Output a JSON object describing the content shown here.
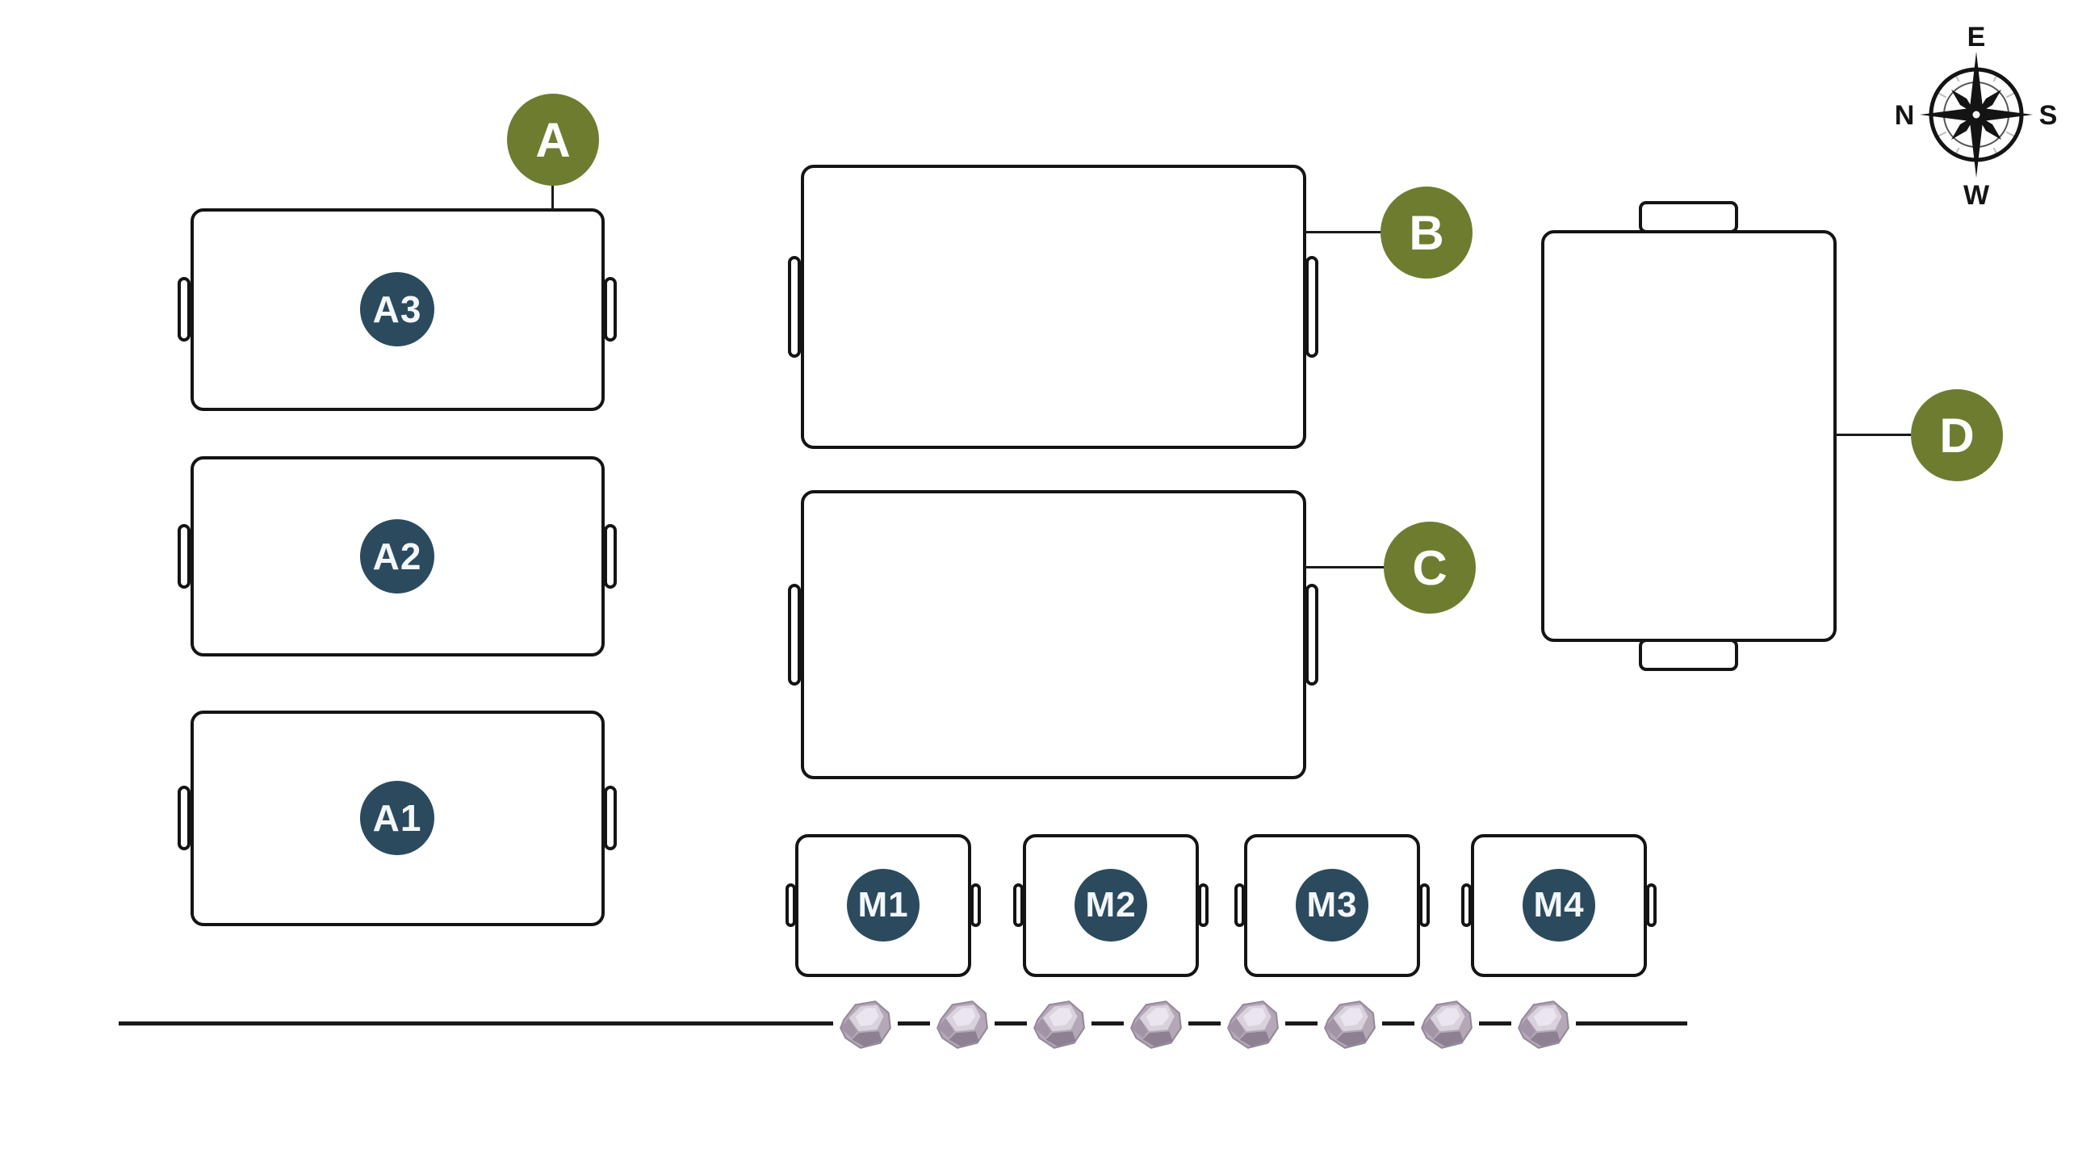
{
  "beds": {
    "a3": "A3",
    "a2": "A2",
    "a1": "A1",
    "m1": "M1",
    "m2": "M2",
    "m3": "M3",
    "m4": "M4"
  },
  "callouts": {
    "a": "A",
    "b": "B",
    "c": "C",
    "d": "D"
  },
  "compass": {
    "top": "E",
    "right": "S",
    "bottom": "W",
    "left": "N"
  },
  "ground": {
    "rock_count": 8
  },
  "colors": {
    "callout": "#6E7C30",
    "badge": "#2B4A5E",
    "stroke": "#141414",
    "line": "#1a1a1a",
    "rock_base": "#B4A8B7",
    "rock_light": "#D9D2DD",
    "rock_lighter": "#EAE5EE",
    "rock_dark": "#8E8093",
    "rock_mid": "#A294A6",
    "rock_outline": "#95889A"
  }
}
